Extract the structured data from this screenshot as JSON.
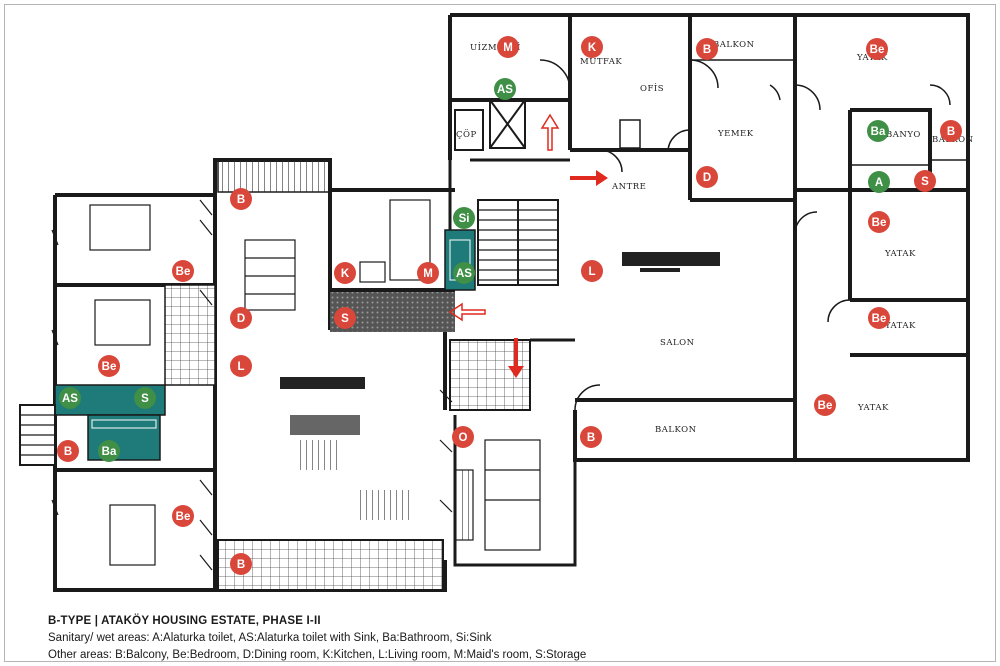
{
  "colors": {
    "other_area_marker": "#d9473b",
    "wet_area_marker": "#3f8f47",
    "wet_fill": "#1f7a7a",
    "wall": "#1a1a1a",
    "arrow": "#e02a1f"
  },
  "caption": {
    "title": "B-TYPE | ATAKÖY HOUSING ESTATE, PHASE I-II",
    "sanitary": "Sanitary/ wet areas: A:Alaturka toilet, AS:Alaturka toilet with Sink, Ba:Bathroom, Si:Sink",
    "other": "Other areas: B:Balcony, Be:Bedroom, D:Dining room, K:Kitchen, L:Living room, M:Maid's room, S:Storage"
  },
  "room_labels": {
    "uizmetci": "UİZMETÇİ",
    "mutfak": "MUTFAK",
    "ofis": "OFİS",
    "balkon_top": "BALKON",
    "yatak_top": "YATAK",
    "yemek": "YEMEK",
    "banyo": "BANYO",
    "balkon_small": "BALKON",
    "antre": "ANTRE",
    "cop": "ÇÖP",
    "yatak_mid": "YATAK",
    "yatak_low": "YATAK",
    "salon": "SALON",
    "yatak_bottom": "YATAK",
    "balkon_bottom": "BALKON"
  },
  "markers": {
    "m_top": "M",
    "k_top": "K",
    "b_top": "B",
    "be_top": "Be",
    "as_top": "AS",
    "ba_right": "Ba",
    "b_right": "B",
    "d_right": "D",
    "a_right": "A",
    "s_right": "S",
    "be_right1": "Be",
    "b_left_top": "B",
    "si": "Si",
    "k_mid": "K",
    "m_mid": "M",
    "as_mid": "AS",
    "l_right": "L",
    "be_left1": "Be",
    "d_left": "D",
    "s_mid": "S",
    "be_right2": "Be",
    "be_left2": "Be",
    "l_left": "L",
    "as_left": "AS",
    "s_left": "S",
    "be_right3": "Be",
    "b_left": "B",
    "ba_left": "Ba",
    "o": "O",
    "b_right_bottom": "B",
    "be_left3": "Be",
    "b_bottom": "B"
  }
}
